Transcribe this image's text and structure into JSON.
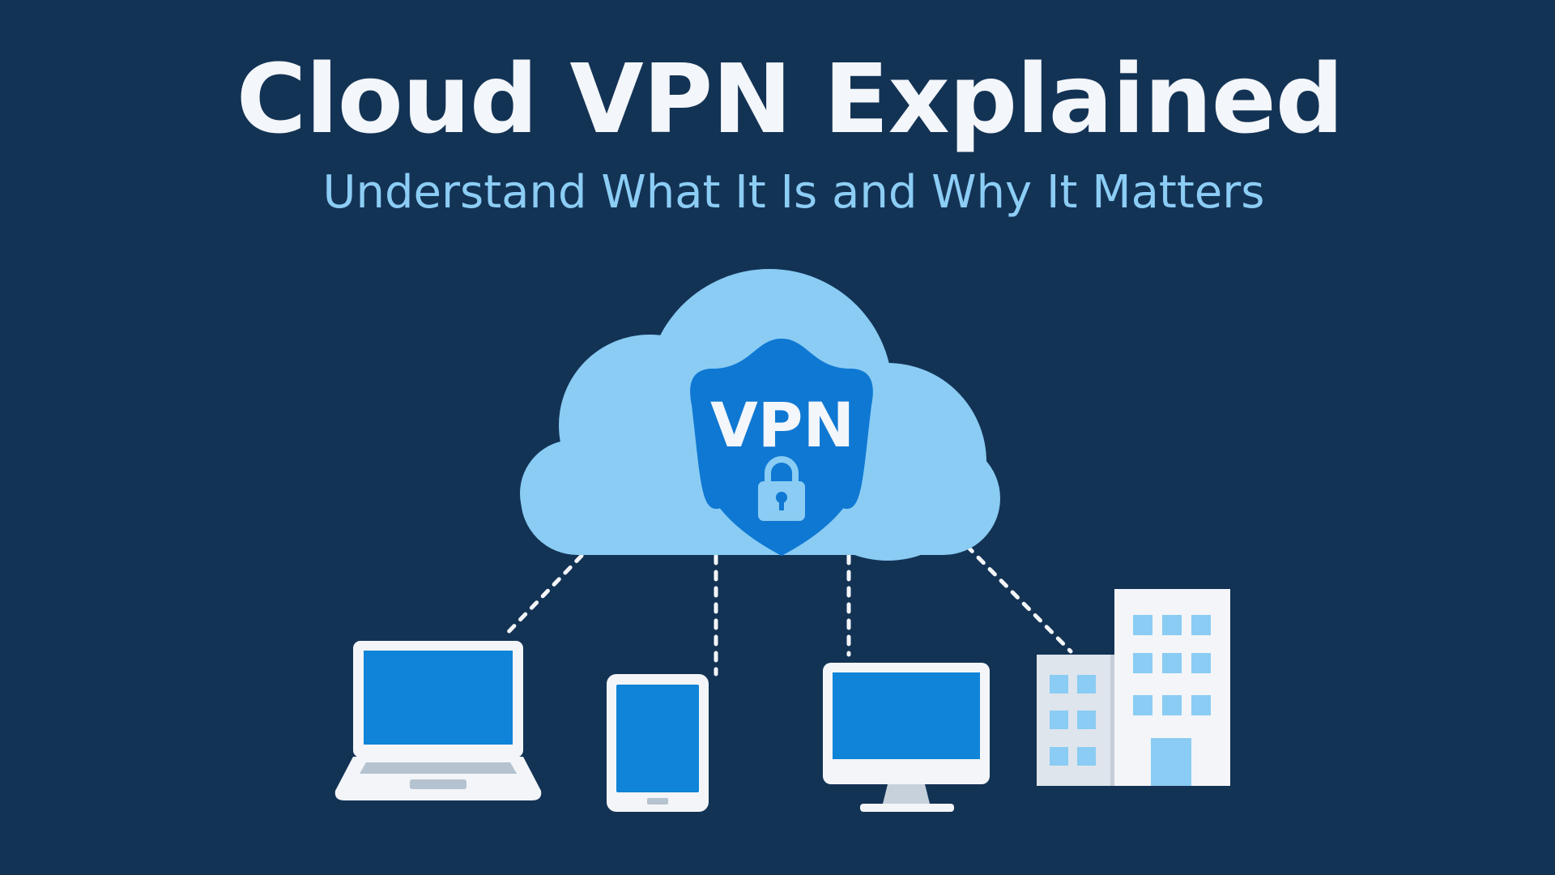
{
  "header": {
    "title": "Cloud VPN Explained",
    "subtitle": "Understand What It Is and Why It Matters"
  },
  "cloud": {
    "shield_label": "VPN",
    "icons": [
      "cloud-icon",
      "shield-icon",
      "lock-icon"
    ]
  },
  "devices": [
    {
      "name": "laptop",
      "icon": "laptop-icon"
    },
    {
      "name": "tablet",
      "icon": "tablet-icon"
    },
    {
      "name": "desktop",
      "icon": "monitor-icon"
    },
    {
      "name": "office",
      "icon": "building-icon"
    }
  ],
  "colors": {
    "background": "#133355",
    "cloud": "#8accf3",
    "shield": "#0f78d3",
    "screen": "#0f84d8",
    "device_frame": "#f3f5f8",
    "title": "#f3f6fa",
    "subtitle": "#8ccdf5"
  }
}
